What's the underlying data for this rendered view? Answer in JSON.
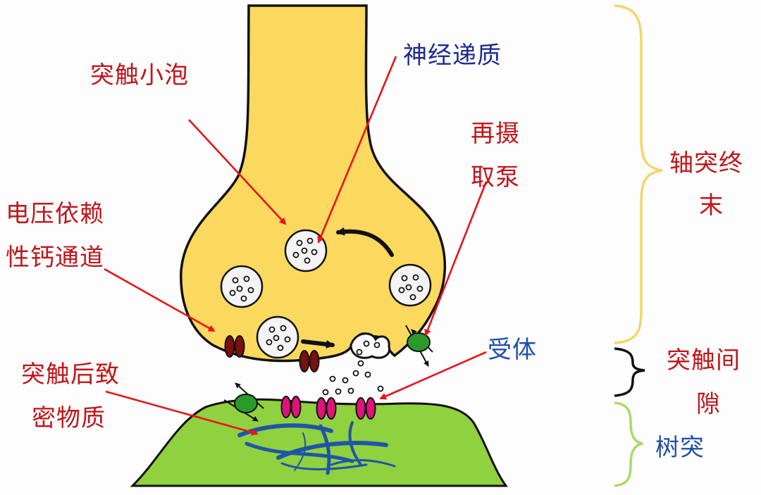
{
  "labels": {
    "synaptic_vesicle": "突触小泡",
    "neurotransmitter": "神经递质",
    "reuptake_pump_line1": "再摄",
    "reuptake_pump_line2": "取泵",
    "ca_channel_line1": "电压依赖",
    "ca_channel_line2": "性钙通道",
    "postsynaptic_density_line1": "突触后致",
    "postsynaptic_density_line2": "密物质",
    "receptor": "受体",
    "axon_terminal_line1": "轴突终",
    "axon_terminal_line2": "末",
    "synaptic_cleft_line1": "突触间",
    "synaptic_cleft_line2": "隙",
    "dendrite": "树突"
  },
  "colors": {
    "axon_fill": "#fbd85e",
    "dendrite_fill": "#8fd13f",
    "outline": "#111111",
    "arrow": "#e8141b",
    "label_red": "#c0161a",
    "label_navy": "#1d2a8f",
    "label_blue": "#1f4fa8",
    "brace_axon": "#f3d66a",
    "brace_cleft": "#111111",
    "brace_dendrite": "#a8dc68",
    "ca_channel": "#7a1010",
    "receptor": "#e0137a",
    "pump": "#2a9b2a",
    "filament": "#1f55a8"
  }
}
